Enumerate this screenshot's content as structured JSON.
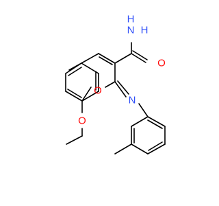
{
  "molecule": {
    "labels": {
      "amine_N": "N",
      "amine_H1": "H",
      "amine_H2": "H",
      "carbonyl_O": "O",
      "ring_O": "O",
      "imine_N": "N",
      "methoxy_O": "O"
    },
    "colors": {
      "bond": "#000000",
      "nitrogen": "#3050F8",
      "oxygen": "#FF0D0D"
    }
  }
}
